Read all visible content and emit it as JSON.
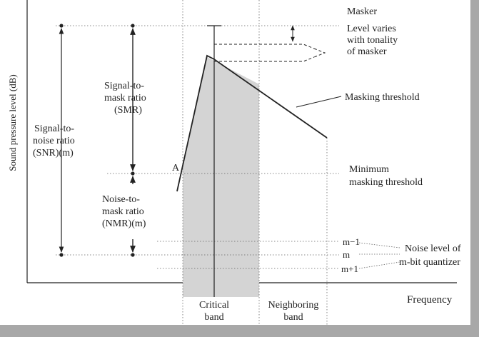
{
  "colors": {
    "frame": "#a8a8a8",
    "paper": "#ffffff",
    "ink": "#222222",
    "band_fill": "#d4d4d4",
    "dotted": "#666666"
  },
  "axes": {
    "y_label": "Sound pressure level (dB)",
    "x_label": "Frequency"
  },
  "annotations": {
    "masker": "Masker",
    "level_varies": [
      "Level varies",
      "with tonality",
      "of masker"
    ],
    "masking_threshold": "Masking threshold",
    "min_masking": [
      "Minimum",
      "masking threshold"
    ],
    "smr": [
      "Signal-to-",
      "mask ratio",
      "(SMR)"
    ],
    "snr": [
      "Signal-to-",
      "noise ratio",
      "(SNR)(m)"
    ],
    "nmr": [
      "Noise-to-",
      "mask ratio",
      "(NMR)(m)"
    ],
    "point_a": "A",
    "m_minus_1": "m−1",
    "m": "m",
    "m_plus_1": "m+1",
    "noise_level": [
      "Noise level of",
      "m-bit quantizer"
    ],
    "critical_band": [
      "Critical",
      "band"
    ],
    "neighboring_band": [
      "Neighboring",
      "band"
    ]
  }
}
